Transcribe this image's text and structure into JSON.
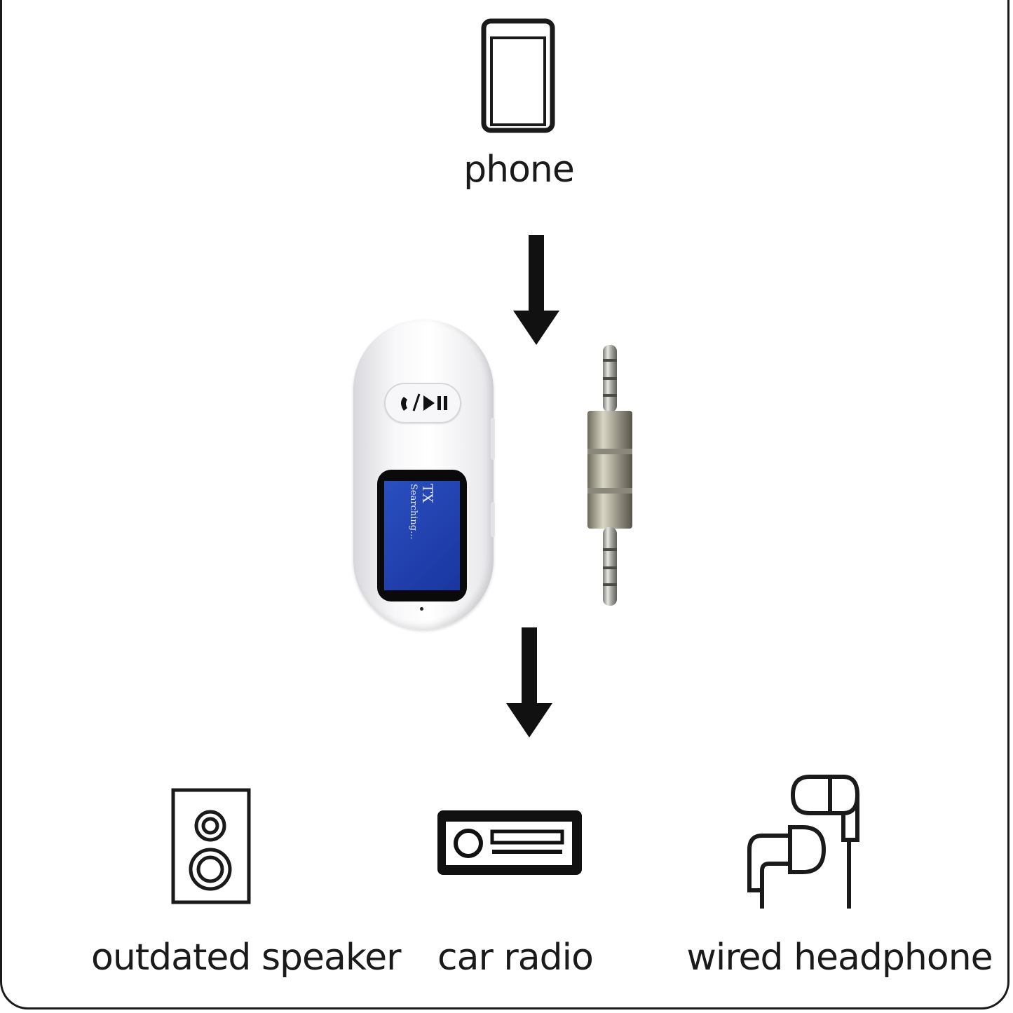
{
  "source": {
    "label": "phone",
    "icon": "phone-icon"
  },
  "device": {
    "button_icon": "call-play-pause-icon",
    "screen_line1": "TX",
    "screen_line2": "Searching...",
    "colors": {
      "body": "#f2f2f4",
      "screen": "#1f3fa8"
    }
  },
  "adapter": {
    "icon": "aux-3.5mm-jack-icon"
  },
  "outputs": [
    {
      "label": "outdated speaker",
      "icon": "speaker-icon"
    },
    {
      "label": "car radio",
      "icon": "car-radio-icon"
    },
    {
      "label": "wired headphone",
      "icon": "earphones-icon"
    }
  ]
}
